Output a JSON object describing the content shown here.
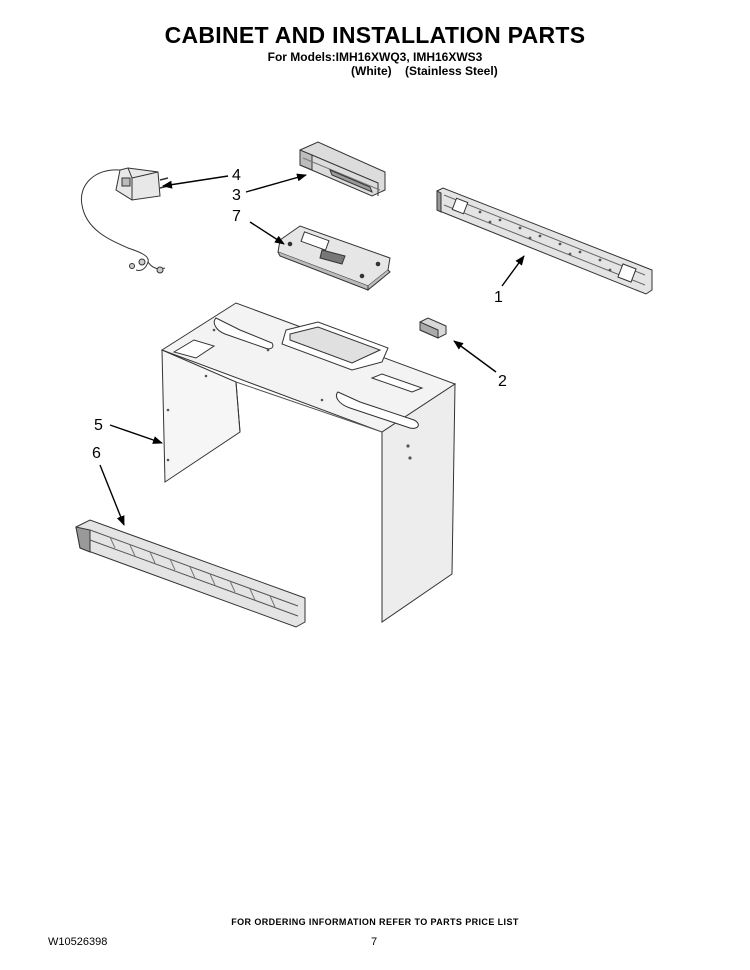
{
  "header": {
    "title": "CABINET AND INSTALLATION PARTS",
    "models": "For Models:IMH16XWQ3, IMH16XWS3",
    "variants": "(White)    (Stainless Steel)"
  },
  "callouts": [
    {
      "id": "1",
      "label": "1"
    },
    {
      "id": "2",
      "label": "2"
    },
    {
      "id": "3",
      "label": "3"
    },
    {
      "id": "4",
      "label": "4"
    },
    {
      "id": "5",
      "label": "5"
    },
    {
      "id": "6",
      "label": "6"
    },
    {
      "id": "7",
      "label": "7"
    }
  ],
  "footer": {
    "note": "FOR ORDERING INFORMATION REFER TO PARTS PRICE LIST",
    "doc_number": "W10526398",
    "page_number": "7"
  }
}
